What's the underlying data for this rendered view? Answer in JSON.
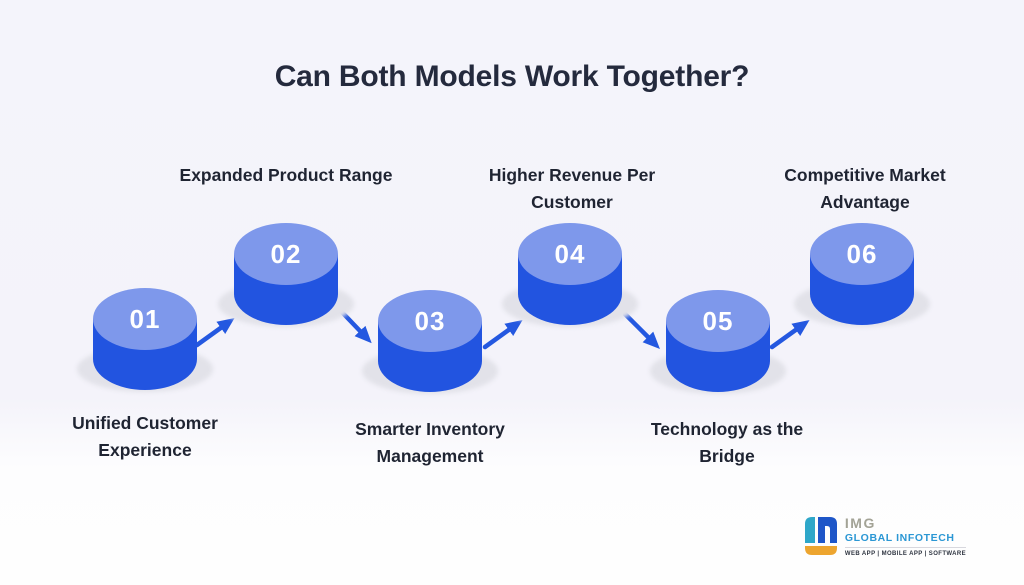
{
  "title": "Can Both Models Work Together?",
  "steps": [
    {
      "number": "01",
      "label": "Unified Customer Experience",
      "label_position": "below"
    },
    {
      "number": "02",
      "label": "Expanded Product Range",
      "label_position": "above"
    },
    {
      "number": "03",
      "label": "Smarter Inventory Management",
      "label_position": "below"
    },
    {
      "number": "04",
      "label": "Higher Revenue Per Customer",
      "label_position": "above"
    },
    {
      "number": "05",
      "label": "Technology as the Bridge",
      "label_position": "below"
    },
    {
      "number": "06",
      "label": "Competitive Market Advantage",
      "label_position": "above"
    }
  ],
  "colors": {
    "background_top": "#f4f4fb",
    "background_bottom": "#fefefe",
    "cylinder_top": "#7e98eb",
    "cylinder_body": "#2254e0",
    "cylinder_shadow": "#e2e2e9",
    "arrow": "#2458e0",
    "title_text": "#242a3d",
    "label_text": "#1f2432",
    "number_text": "#ffffff"
  },
  "logo": {
    "name": "IMG",
    "subtitle": "GLOBAL INFOTECH",
    "tagline": "WEB APP | MOBILE APP | SOFTWARE"
  }
}
